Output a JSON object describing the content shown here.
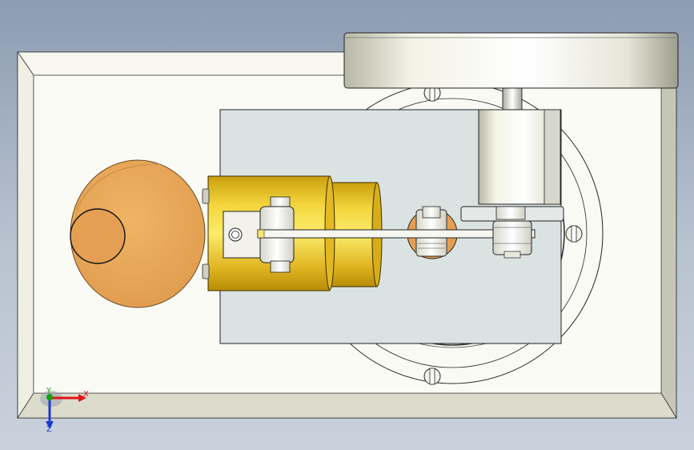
{
  "viewport": {
    "background_top": "#8d9cb2",
    "background_bottom": "#c9d1dc"
  },
  "triad": {
    "x_label": "X",
    "y_label": "Y",
    "z_label": "Z",
    "x_color": "#e01818",
    "y_color": "#10a010",
    "z_color": "#1a3ad0"
  },
  "colors": {
    "base_plate": "#f4f4ec",
    "cover_plate": "#dbe3e2",
    "cylinder_brass": "#e7be25",
    "flywheel_copper": "#e8a559",
    "pulley_wheel": "#e6e6da"
  }
}
